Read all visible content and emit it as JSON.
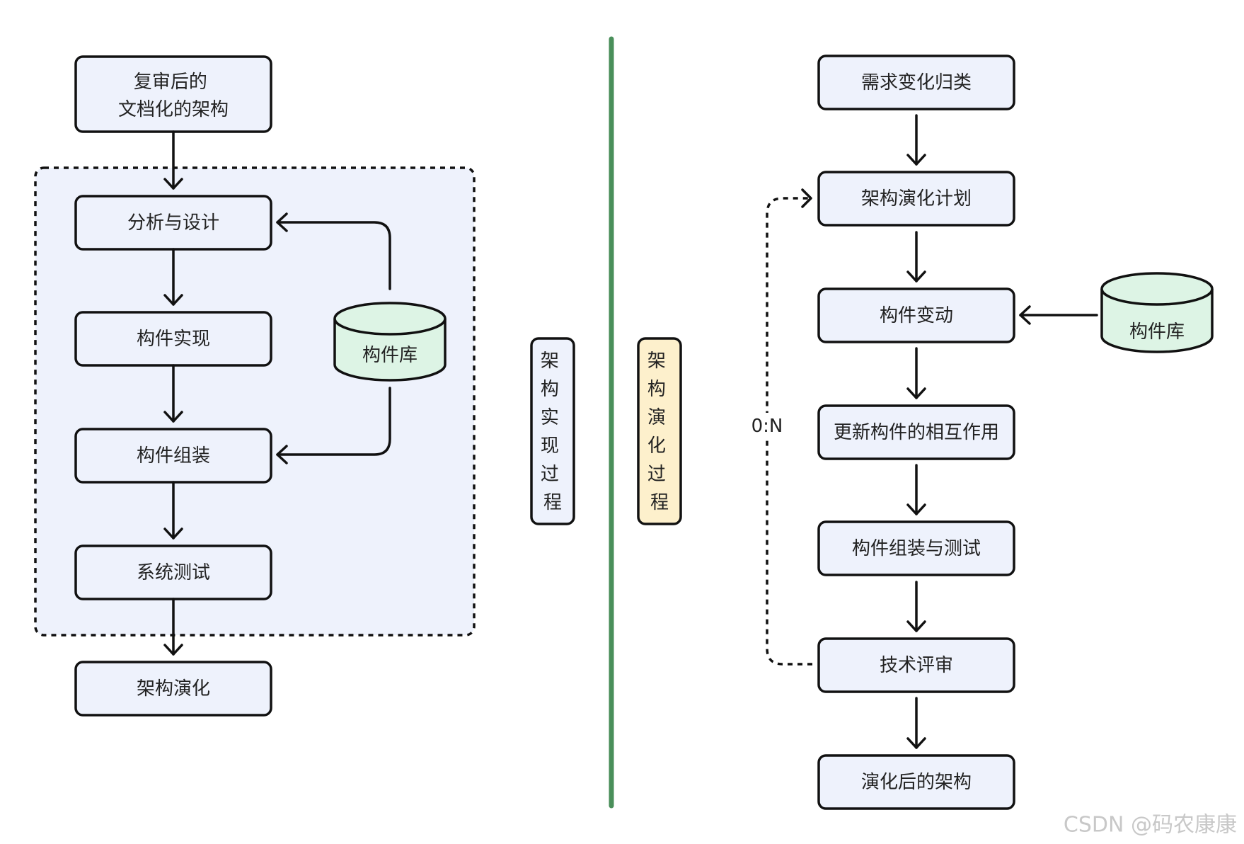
{
  "left": {
    "reviewed_arch": "复审后的\n文档化的架构",
    "analysis_design": "分析与设计",
    "component_impl": "构件实现",
    "component_assembly": "构件组装",
    "system_test": "系统测试",
    "arch_evolution": "架构演化",
    "component_lib": "构件库"
  },
  "center": {
    "label_left": "架构实现过程",
    "label_right": "架构演化过程",
    "divider_color": "#4a8f5a",
    "highlight_color": "#fdf0cc"
  },
  "right": {
    "req_classify": "需求变化归类",
    "evo_plan": "架构演化计划",
    "component_change": "构件变动",
    "update_interaction": "更新构件的相互作用",
    "assembly_test": "构件组装与测试",
    "tech_review": "技术评审",
    "evolved_arch": "演化后的架构",
    "component_lib": "构件库",
    "loop_label": "0:N"
  },
  "watermark": "CSDN @码农康康"
}
